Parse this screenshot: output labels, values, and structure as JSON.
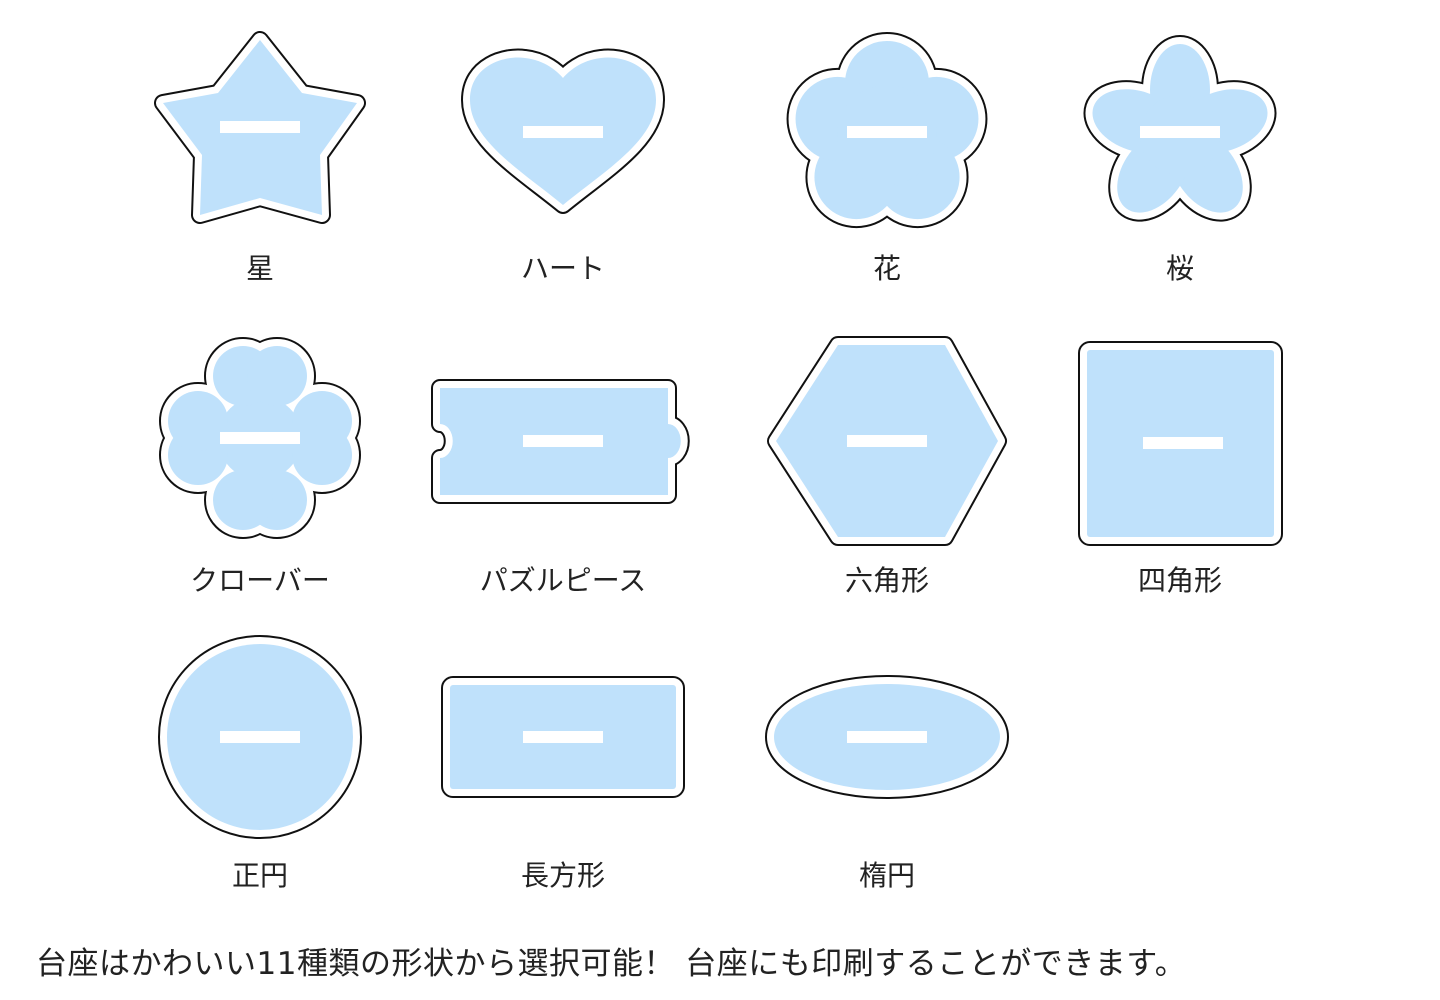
{
  "colors": {
    "fill": "#bfe1fb",
    "outline": "#111111",
    "slot": "#ffffff"
  },
  "shapes": [
    {
      "id": "star",
      "label": "星"
    },
    {
      "id": "heart",
      "label": "ハート"
    },
    {
      "id": "flower",
      "label": "花"
    },
    {
      "id": "sakura",
      "label": "桜"
    },
    {
      "id": "clover",
      "label": "クローバー"
    },
    {
      "id": "puzzle",
      "label": "パズルピース"
    },
    {
      "id": "hexagon",
      "label": "六角形"
    },
    {
      "id": "square",
      "label": "四角形"
    },
    {
      "id": "circle",
      "label": "正円"
    },
    {
      "id": "rectangle",
      "label": "長方形"
    },
    {
      "id": "ellipse",
      "label": "楕円"
    }
  ],
  "caption": "台座はかわいい11種類の形状から選択可能！ 台座にも印刷することができます。"
}
